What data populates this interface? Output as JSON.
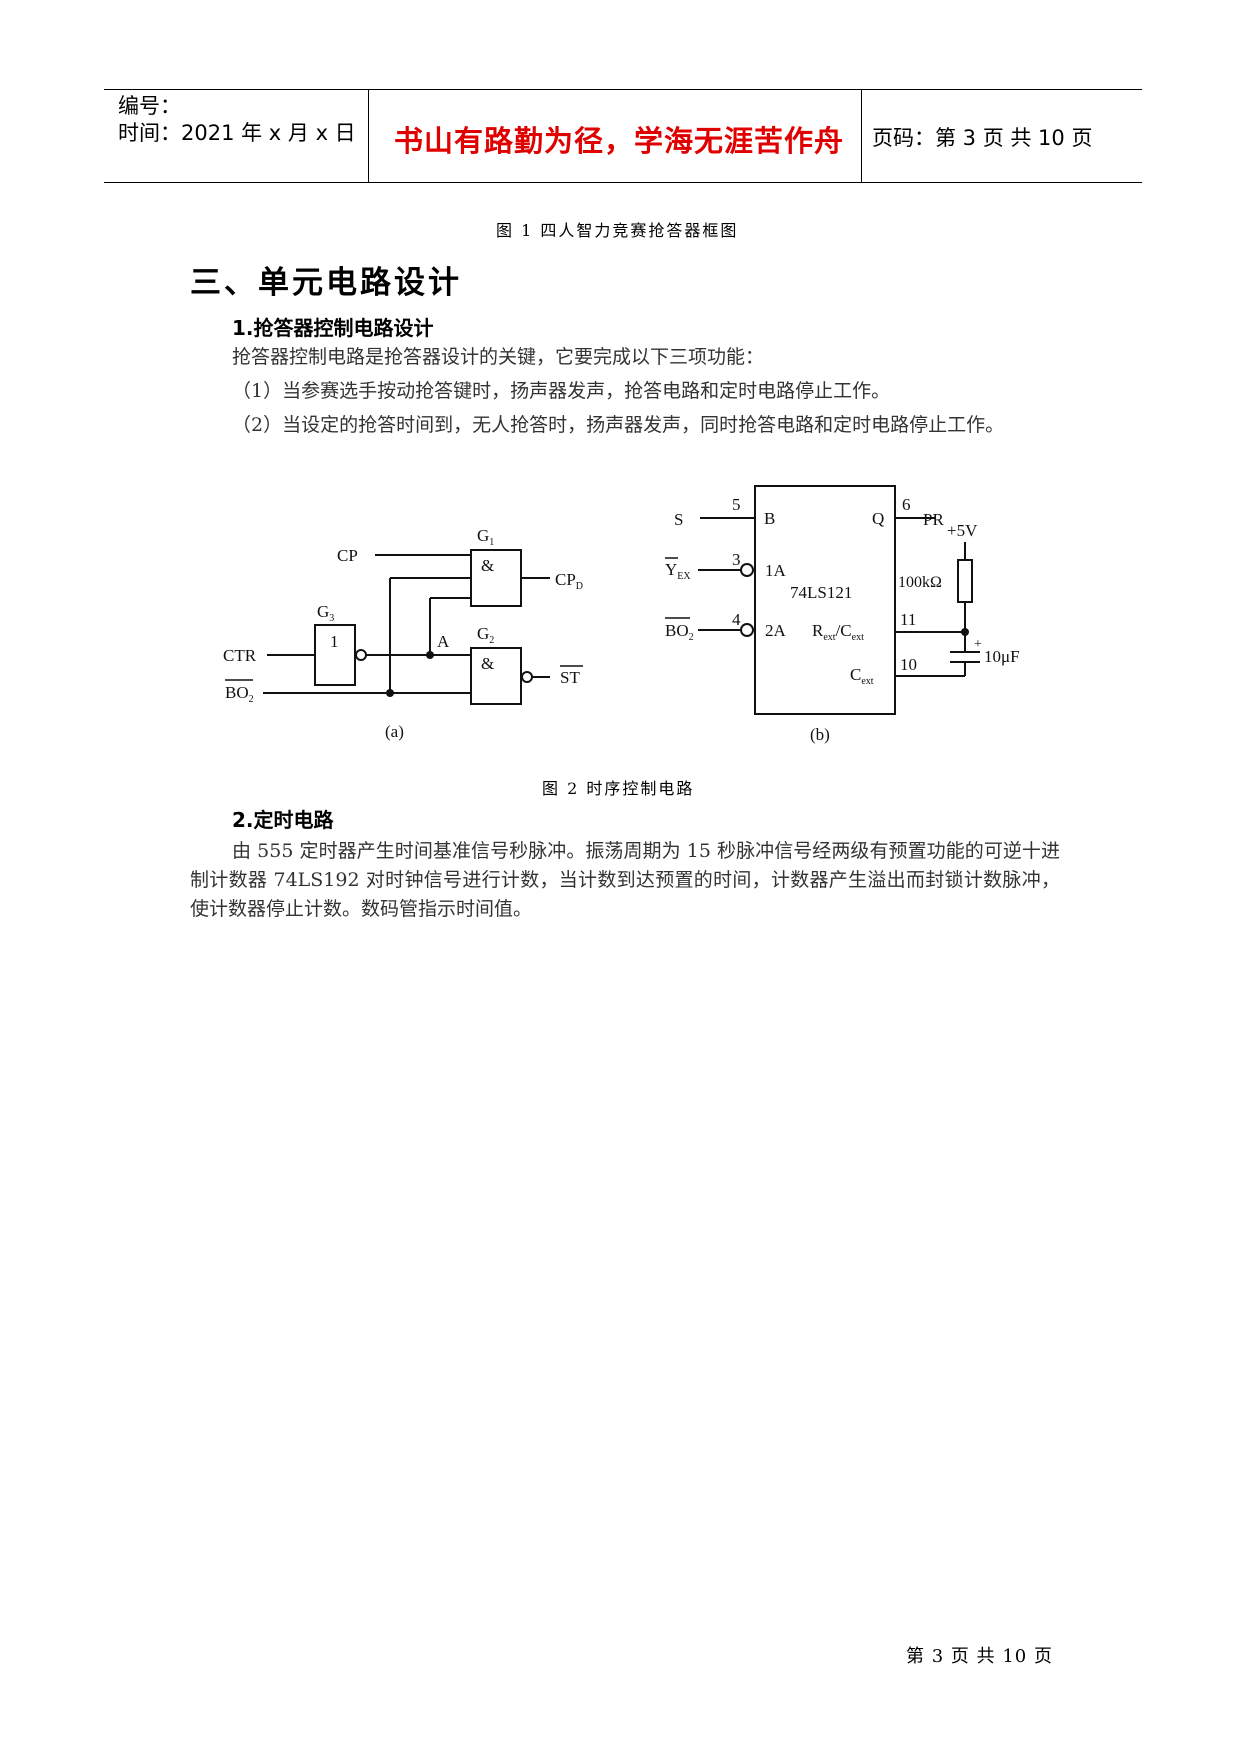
{
  "header": {
    "number_label": "编号：",
    "time_label": "时间：2021 年 x 月 x 日",
    "motto": "书山有路勤为径，学海无涯苦作舟",
    "page_label": "页码：第 3 页  共 10 页"
  },
  "figure1_caption": "图 1   四人智力竞赛抢答器框图",
  "section_title": "三、单元电路设计",
  "subsection1": {
    "title": "1.抢答器控制电路设计",
    "intro": "抢答器控制电路是抢答器设计的关键，它要完成以下三项功能：",
    "item1": "（1）当参赛选手按动抢答键时，扬声器发声，抢答电路和定时电路停止工作。",
    "item2": "（2）当设定的抢答时间到，无人抢答时，扬声器发声，同时抢答电路和定时电路停止工作。"
  },
  "figure2": {
    "caption": "图 2   时序控制电路",
    "a": {
      "label": "(a)",
      "g1": "G",
      "g1_sub": "1",
      "g2": "G",
      "g2_sub": "2",
      "g3": "G",
      "g3_sub": "3",
      "and_symbol": "&",
      "not_symbol": "1",
      "cp": "CP",
      "cpd": "CP",
      "cpd_sub": "D",
      "ctr": "CTR",
      "bo2": "BO",
      "bo2_sub": "2",
      "node_a": "A",
      "st": "ST"
    },
    "b": {
      "label": "(b)",
      "chip": "74LS121",
      "pin5": "5",
      "pin6": "6",
      "pin3": "3",
      "pin4": "4",
      "pin11": "11",
      "pin10": "10",
      "s": "S",
      "b_pin": "B",
      "q_pin": "Q",
      "pr": "PR",
      "vcc": "+5V",
      "resistor": "100kΩ",
      "yex": "Y",
      "yex_sub": "EX",
      "bo2": "BO",
      "bo2_sub": "2",
      "a1": "1A",
      "a2": "2A",
      "rext": "R",
      "rext_sub": "ext",
      "cext_mid": "/C",
      "cext_sub": "ext",
      "cext": "C",
      "plus": "+",
      "capacitor": "10μF"
    }
  },
  "subsection2": {
    "title": "2.定时电路",
    "text": "由 555 定时器产生时间基准信号秒脉冲。振荡周期为 15 秒脉冲信号经两级有预置功能的可逆十进制计数器 74LS192 对时钟信号进行计数，当计数到达预置的时间，计数器产生溢出而封锁计数脉冲，使计数器停止计数。数码管指示时间值。"
  },
  "footer": "第 3 页  共 10 页"
}
